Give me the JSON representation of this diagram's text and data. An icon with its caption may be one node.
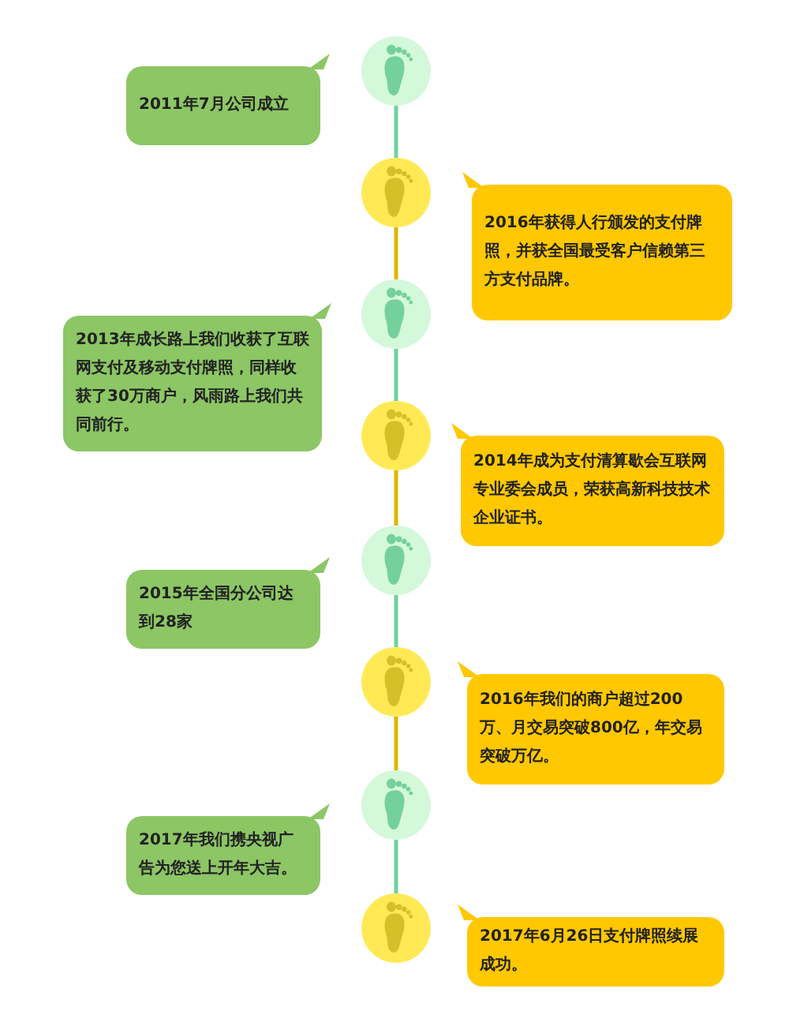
{
  "diagram": {
    "nodes": [
      {
        "text": [],
        "shape": "circle"
      },
      {
        "text": [
          "2011年7月公司成立"
        ]
      },
      {
        "text": [],
        "shape": "circle"
      },
      {
        "text": [
          "2016年获得人行颁发的支付牌照，并获全国最受客户信赖第三方支付品牌。"
        ]
      },
      {
        "text": [],
        "shape": "circle"
      },
      {
        "text": [
          "2013年成长路上我们收获了互联网支付及移动支付牌照，同样收获了30万商户，风雨路上我们共同前行。"
        ]
      },
      {
        "text": [],
        "shape": "circle"
      },
      {
        "text": [
          "2014年成为支付清算歇会互联网专业委会成员，荣获高新科技技术企业证书。"
        ]
      },
      {
        "text": [],
        "shape": "circle"
      },
      {
        "text": [
          "2015年全国分公司达到28家"
        ]
      },
      {
        "text": [],
        "shape": "circle"
      },
      {
        "text": [
          "2016年我们的商户超过200万、月交易突破800亿，年交易突破万亿。"
        ]
      },
      {
        "text": [],
        "shape": "circle"
      },
      {
        "text": [
          "2017年我们携央视广告为您送上开年大吉。"
        ]
      },
      {
        "text": [],
        "shape": "circle"
      },
      {
        "text": [
          "2017年6月26日支付牌照续展成功。"
        ]
      }
    ],
    "edges": [
      {
        "from": 0,
        "to": 2,
        "arrow": "none",
        "color": "#6fd39a"
      },
      {
        "from": 2,
        "to": 4,
        "arrow": "none",
        "color": "#e0b400"
      },
      {
        "from": 4,
        "to": 6,
        "arrow": "none",
        "color": "#6fd39a"
      },
      {
        "from": 6,
        "to": 8,
        "arrow": "none",
        "color": "#e0b400"
      },
      {
        "from": 8,
        "to": 10,
        "arrow": "none",
        "color": "#6fd39a"
      },
      {
        "from": 10,
        "to": 12,
        "arrow": "none",
        "color": "#e0b400"
      },
      {
        "from": 12,
        "to": 14,
        "arrow": "none",
        "color": "#6fd39a"
      }
    ]
  }
}
